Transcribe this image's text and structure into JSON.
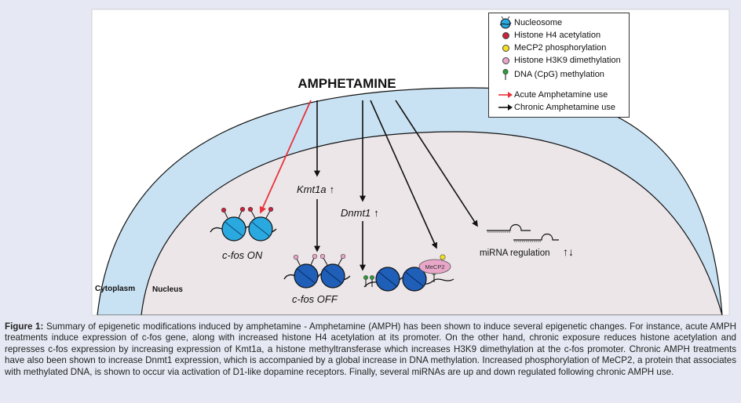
{
  "diagram": {
    "drug": "AMPHETAMINE",
    "cytoplasm_label": "Cytoplasm",
    "nucleus_label": "Nucleus",
    "kmt1a_label": "Kmt1a",
    "dnmt1_label": "Dnmt1",
    "cfos_on_label": "c-fos ON",
    "cfos_off_label": "c-fos OFF",
    "mecp2_label": "MeCP2",
    "mirna_label": "miRNA regulation",
    "up_arrow": "↑",
    "updown_arrows": "↑↓"
  },
  "legend": {
    "items": [
      {
        "label": "Nucleosome",
        "icon": "nucleosome-icon"
      },
      {
        "label": "Histone H4 acetylation",
        "icon": "red-dot-icon",
        "color": "#c8233b"
      },
      {
        "label": "MeCP2 phosphorylation",
        "icon": "yellow-dot-icon",
        "color": "#f3e11a"
      },
      {
        "label": "Histone H3K9 dimethylation",
        "icon": "pink-dot-icon",
        "color": "#e8a6c8"
      },
      {
        "label": "DNA (CpG) methylation",
        "icon": "green-lollipop-icon",
        "color": "#2f9a3c"
      },
      {
        "label": "Acute Amphetamine use",
        "icon": "red-arrow-icon",
        "color": "#e8333a"
      },
      {
        "label": "Chronic Amphetamine use",
        "icon": "black-arrow-icon",
        "color": "#111111"
      }
    ]
  },
  "colors": {
    "cytoplasm": "#c9e2f3",
    "nucleus": "#ece6e9",
    "nucleosome_on": "#2aa9e0",
    "nucleosome_off": "#1f5fb8",
    "acute_arrow": "#e8333a",
    "chronic_arrow": "#111111"
  },
  "caption": {
    "label": "Figure 1:",
    "text": " Summary of epigenetic modifications induced by amphetamine - Amphetamine (AMPH) has been shown to induce several epigenetic changes. For instance, acute AMPH treatments induce expression of c-fos gene, along with increased histone H4 acetylation at its promoter. On the other hand, chronic exposure reduces histone acetylation and represses c-fos expression by increasing expression of Kmt1a, a histone methyltransferase which increases H3K9 dimethylation at the c-fos promoter. Chronic AMPH treatments have also been shown to increase Dnmt1 expression, which is accompanied by a global increase in DNA methylation. Increased phosphorylation of MeCP2, a protein that associates with methylated DNA, is shown to occur via activation of D1-like dopamine receptors. Finally, several miRNAs are up and down regulated following chronic AMPH use."
  }
}
